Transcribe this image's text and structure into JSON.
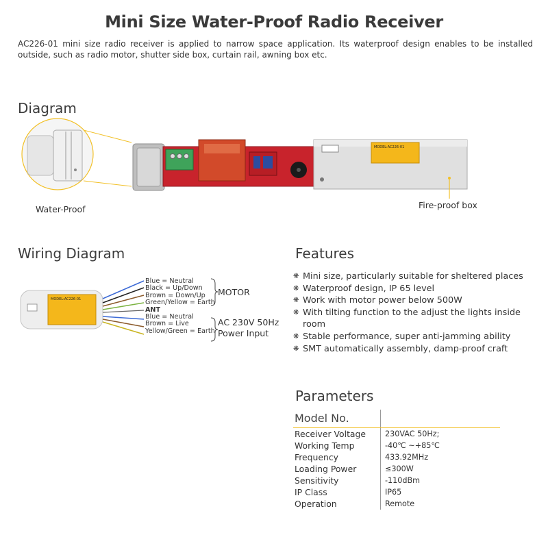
{
  "header": {
    "title": "Mini Size Water-Proof Radio Receiver",
    "intro": "AC226-01 mini size radio receiver is applied to narrow space application. Its waterproof design enables to be installed outside, such as radio motor, shutter side box, curtain rail, awning box etc."
  },
  "diagram": {
    "heading": "Diagram",
    "waterproof_label": "Water-Proof",
    "fireproof_label": "Fire-proof box",
    "box_model_text": "MODEL:AC226-01"
  },
  "wiring": {
    "heading": "Wiring Diagram",
    "motor_wires": [
      "Blue = Neutral",
      "Black = Up/Down",
      "Brown = Down/Up",
      "Green/Yellow = Earth"
    ],
    "ant_label": "ANT",
    "power_wires": [
      "Blue = Neutral",
      "Brown = Live",
      "Yellow/Green = Earth"
    ],
    "motor_label": "MOTOR",
    "power_label_line1": "AC 230V 50Hz",
    "power_label_line2": "Power Input",
    "unit_model_text": "MODEL:AC226-01"
  },
  "features": {
    "heading": "Features",
    "items": [
      "Mini size, particularly suitable for sheltered places",
      "Waterproof design, IP 65 level",
      "Work with motor power below 500W",
      "With tilting function to the adjust the lights inside room",
      "Stable performance, super anti-jamming ability",
      "SMT automatically assembly, damp-proof craft"
    ],
    "bullet": "❋"
  },
  "parameters": {
    "heading": "Parameters",
    "model_header": "Model No.",
    "rows": [
      {
        "key": "Receiver Voltage",
        "value": "230VAC 50Hz;"
      },
      {
        "key": "Working Temp",
        "value": "-40℃ ~+85℃"
      },
      {
        "key": "Frequency",
        "value": "433.92MHz"
      },
      {
        "key": "Loading Power",
        "value": "≤300W"
      },
      {
        "key": "Sensitivity",
        "value": "-110dBm"
      },
      {
        "key": "IP Class",
        "value": "IP65"
      },
      {
        "key": "Operation",
        "value": "Remote"
      }
    ]
  },
  "colors": {
    "accent_line": "#f2c027",
    "pcb_red": "#c8232c",
    "box_gray": "#dcdcdc",
    "label_yellow": "#f4b71b"
  }
}
